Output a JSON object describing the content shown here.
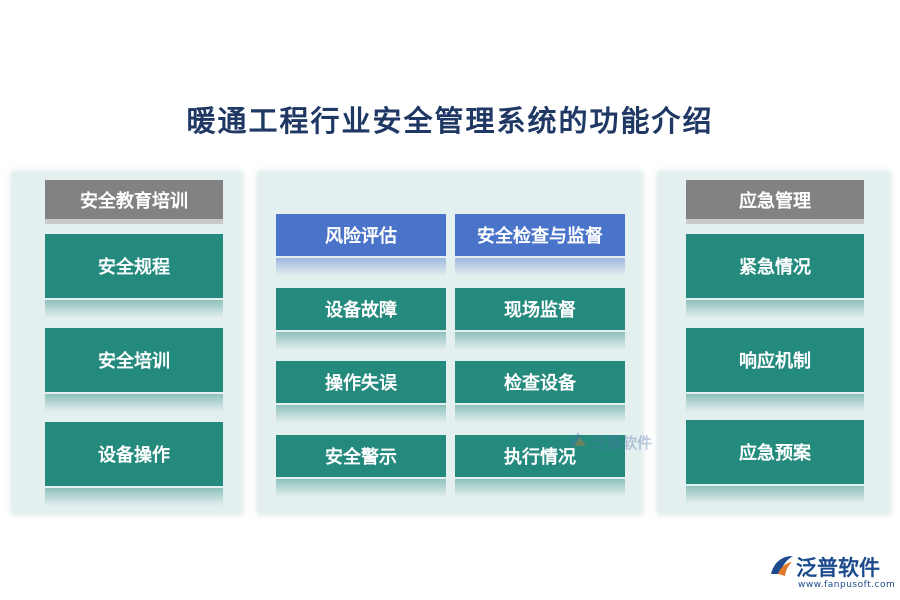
{
  "title": "暖通工程行业安全管理系统的功能介绍",
  "left": {
    "header": "安全教育培训",
    "items": [
      "安全规程",
      "安全培训",
      "设备操作"
    ]
  },
  "middle": {
    "rows": [
      [
        "风险评估",
        "安全检查与监督"
      ],
      [
        "设备故障",
        "现场监督"
      ],
      [
        "操作失误",
        "检查设备"
      ],
      [
        "安全警示",
        "执行情况"
      ]
    ]
  },
  "right": {
    "header": "应急管理",
    "items": [
      "紧急情况",
      "响应机制",
      "应急预案"
    ]
  },
  "watermark": {
    "text": "泛普软件"
  },
  "logo": {
    "text": "泛普软件",
    "url": "www.fanpusoft.com"
  },
  "colors": {
    "teal": "#248a7e",
    "blue": "#4a74c9",
    "header_gray": "#828282",
    "panel_bg": "#e4efef",
    "title": "#1f3864"
  }
}
